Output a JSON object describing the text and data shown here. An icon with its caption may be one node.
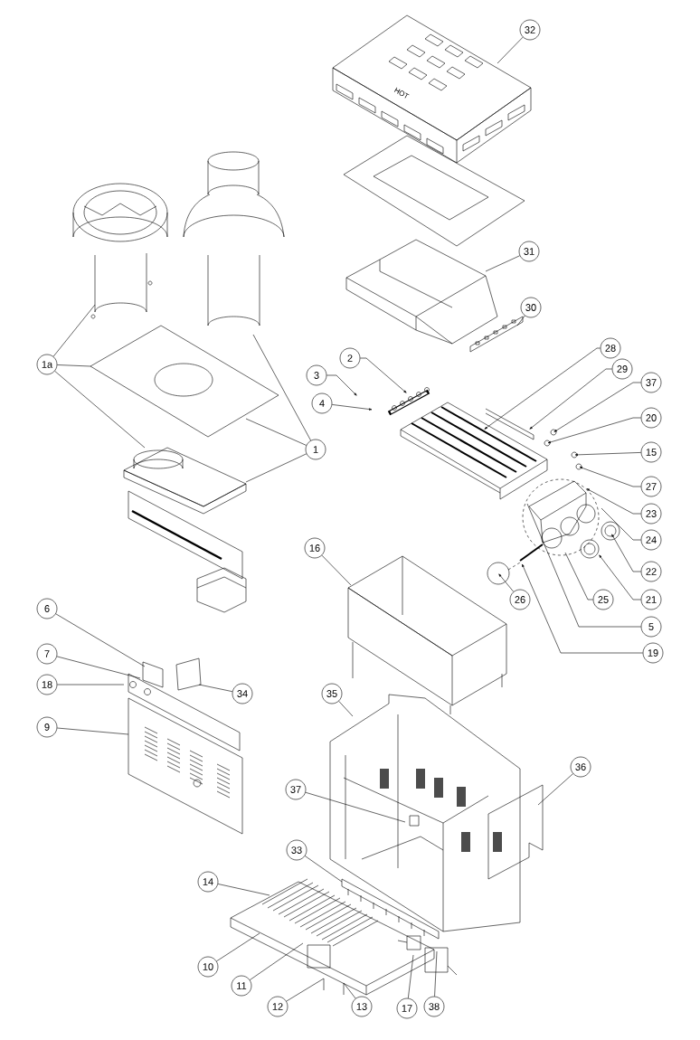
{
  "diagram": {
    "nodes": [
      {
        "text": [
          "32"
        ]
      },
      {
        "text": [
          "31"
        ]
      },
      {
        "text": [
          "30"
        ]
      },
      {
        "text": [
          "2"
        ]
      },
      {
        "text": [
          "28"
        ]
      },
      {
        "text": [
          "3"
        ]
      },
      {
        "text": [
          "1a"
        ]
      },
      {
        "text": [
          "29"
        ]
      },
      {
        "text": [
          "4"
        ]
      },
      {
        "text": [
          "37"
        ]
      },
      {
        "text": [
          "20"
        ]
      },
      {
        "text": [
          "15"
        ]
      },
      {
        "text": [
          "1"
        ]
      },
      {
        "text": [
          "27"
        ]
      },
      {
        "text": [
          "23"
        ]
      },
      {
        "text": [
          "24"
        ]
      },
      {
        "text": [
          "22"
        ]
      },
      {
        "text": [
          "21"
        ]
      },
      {
        "text": [
          "26"
        ]
      },
      {
        "text": [
          "16"
        ]
      },
      {
        "text": [
          "25"
        ]
      },
      {
        "text": [
          "6"
        ]
      },
      {
        "text": [
          "5"
        ]
      },
      {
        "text": [
          "19"
        ]
      },
      {
        "text": [
          "7"
        ]
      },
      {
        "text": [
          "18"
        ]
      },
      {
        "text": [
          "34"
        ]
      },
      {
        "text": [
          "35"
        ]
      },
      {
        "text": [
          "9"
        ]
      },
      {
        "text": [
          "36"
        ]
      },
      {
        "text": [
          "37"
        ]
      },
      {
        "text": [
          "33"
        ]
      },
      {
        "text": [
          "14"
        ]
      },
      {
        "text": [
          "10"
        ]
      },
      {
        "text": [
          "11"
        ]
      },
      {
        "text": [
          "12"
        ]
      },
      {
        "text": [
          "13"
        ]
      },
      {
        "text": [
          "17"
        ]
      },
      {
        "text": [
          "38"
        ]
      }
    ],
    "edges": [
      {
        "from": 0,
        "to": null,
        "arrow": "none"
      },
      {
        "from": 1,
        "to": null,
        "arrow": "none"
      },
      {
        "from": 2,
        "to": null,
        "arrow": "none"
      },
      {
        "from": 3,
        "to": null,
        "arrow": "to"
      },
      {
        "from": 4,
        "to": null,
        "arrow": "to"
      },
      {
        "from": 5,
        "to": null,
        "arrow": "to"
      },
      {
        "from": 6,
        "to": null,
        "arrow": "none"
      },
      {
        "from": 6,
        "to": null,
        "arrow": "none"
      },
      {
        "from": 6,
        "to": null,
        "arrow": "none"
      },
      {
        "from": 7,
        "to": null,
        "arrow": "to"
      },
      {
        "from": 8,
        "to": null,
        "arrow": "to"
      },
      {
        "from": 9,
        "to": null,
        "arrow": "to"
      },
      {
        "from": 10,
        "to": null,
        "arrow": "to"
      },
      {
        "from": 11,
        "to": null,
        "arrow": "to"
      },
      {
        "from": 12,
        "to": null,
        "arrow": "none"
      },
      {
        "from": 12,
        "to": null,
        "arrow": "none"
      },
      {
        "from": 12,
        "to": null,
        "arrow": "none"
      },
      {
        "from": 13,
        "to": null,
        "arrow": "to"
      },
      {
        "from": 14,
        "to": null,
        "arrow": "to"
      },
      {
        "from": 15,
        "to": null,
        "arrow": "none"
      },
      {
        "from": 16,
        "to": null,
        "arrow": "to"
      },
      {
        "from": 17,
        "to": null,
        "arrow": "to"
      },
      {
        "from": 18,
        "to": null,
        "arrow": "to"
      },
      {
        "from": 19,
        "to": null,
        "arrow": "none"
      },
      {
        "from": 20,
        "to": null,
        "arrow": "none"
      },
      {
        "from": 21,
        "to": null,
        "arrow": "none"
      },
      {
        "from": 22,
        "to": null,
        "arrow": "none"
      },
      {
        "from": 23,
        "to": null,
        "arrow": "to"
      },
      {
        "from": 24,
        "to": null,
        "arrow": "none"
      },
      {
        "from": 25,
        "to": null,
        "arrow": "none"
      },
      {
        "from": 26,
        "to": null,
        "arrow": "none"
      },
      {
        "from": 27,
        "to": null,
        "arrow": "none"
      },
      {
        "from": 28,
        "to": null,
        "arrow": "none"
      },
      {
        "from": 29,
        "to": null,
        "arrow": "none"
      },
      {
        "from": 30,
        "to": null,
        "arrow": "none"
      },
      {
        "from": 31,
        "to": null,
        "arrow": "none"
      },
      {
        "from": 32,
        "to": null,
        "arrow": "none"
      },
      {
        "from": 33,
        "to": null,
        "arrow": "none"
      },
      {
        "from": 34,
        "to": null,
        "arrow": "none"
      },
      {
        "from": 35,
        "to": null,
        "arrow": "none"
      },
      {
        "from": 36,
        "to": null,
        "arrow": "none"
      },
      {
        "from": 37,
        "to": null,
        "arrow": "none"
      },
      {
        "from": 38,
        "to": null,
        "arrow": "none"
      }
    ],
    "labels": [
      "HOT"
    ]
  }
}
